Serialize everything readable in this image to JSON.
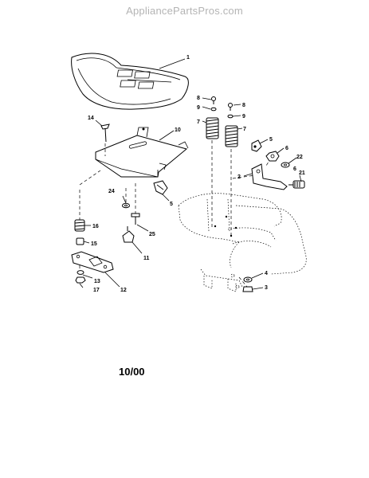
{
  "watermark": "AppliancePartsPros.com",
  "date_code": "10/00",
  "callouts": {
    "c1": "1",
    "c2": "2",
    "c3": "3",
    "c4": "4",
    "c5a": "5",
    "c5b": "5",
    "c6a": "6",
    "c6b": "6",
    "c7a": "7",
    "c7b": "7",
    "c8a": "8",
    "c8b": "8",
    "c9a": "9",
    "c9b": "9",
    "c10": "10",
    "c11": "11",
    "c12": "12",
    "c13": "13",
    "c14": "14",
    "c15": "15",
    "c16": "16",
    "c17": "17",
    "c21": "21",
    "c22": "22",
    "c24": "24",
    "c25": "25"
  }
}
